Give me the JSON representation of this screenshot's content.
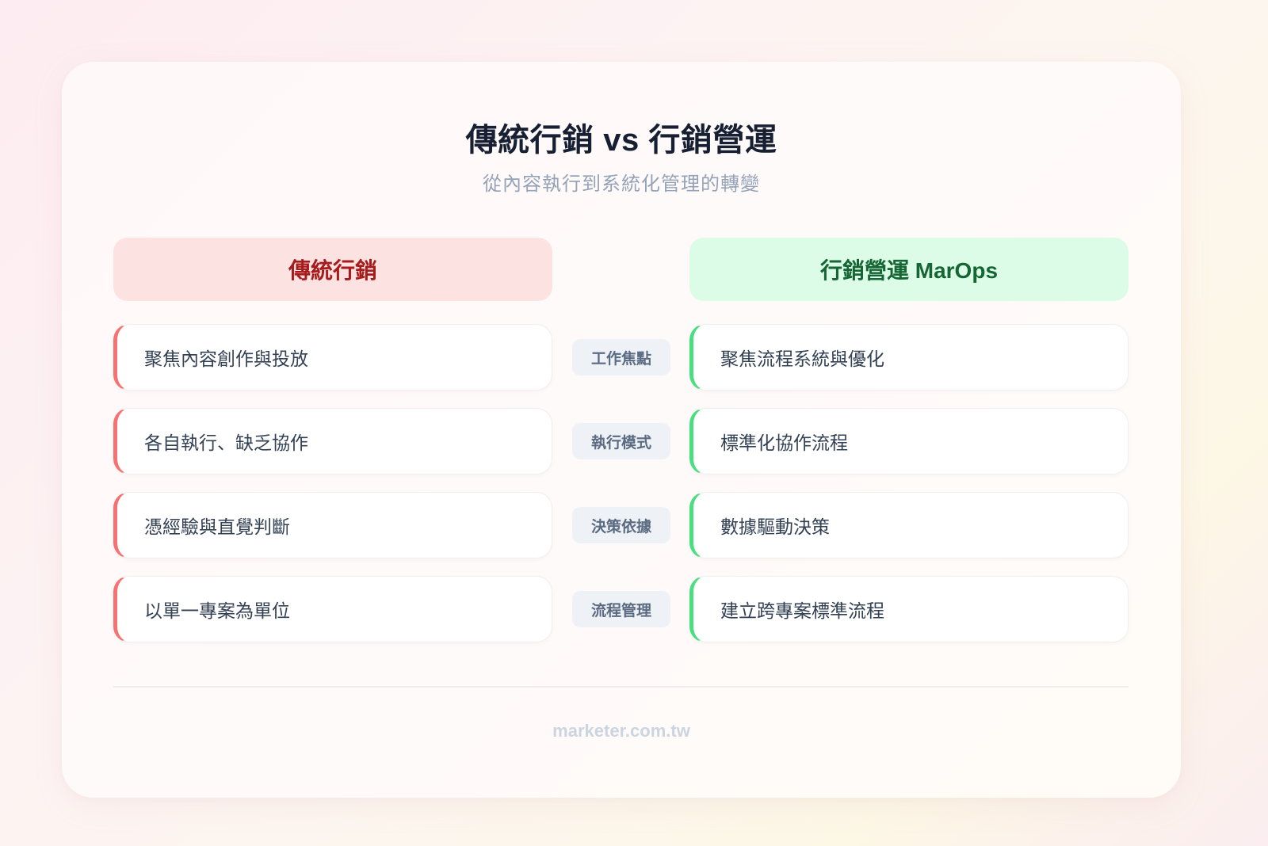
{
  "header": {
    "title": "傳統行銷 vs 行銷營運",
    "subtitle": "從內容執行到系統化管理的轉變"
  },
  "columns": {
    "left": {
      "label": "傳統行銷",
      "accent": "#f87171",
      "header_bg": "#fde2e2",
      "header_color": "#a61c1c"
    },
    "right": {
      "label": "行銷營運 MarOps",
      "accent": "#4ade80",
      "header_bg": "#dcfce7",
      "header_color": "#166534"
    }
  },
  "rows": [
    {
      "category": "工作焦點",
      "traditional": "聚焦內容創作與投放",
      "marops": "聚焦流程系統與優化"
    },
    {
      "category": "執行模式",
      "traditional": "各自執行、缺乏協作",
      "marops": "標準化協作流程"
    },
    {
      "category": "決策依據",
      "traditional": "憑經驗與直覺判斷",
      "marops": "數據驅動決策"
    },
    {
      "category": "流程管理",
      "traditional": "以單一專案為單位",
      "marops": "建立跨專案標準流程"
    }
  ],
  "footer": {
    "source": "marketer.com.tw"
  }
}
